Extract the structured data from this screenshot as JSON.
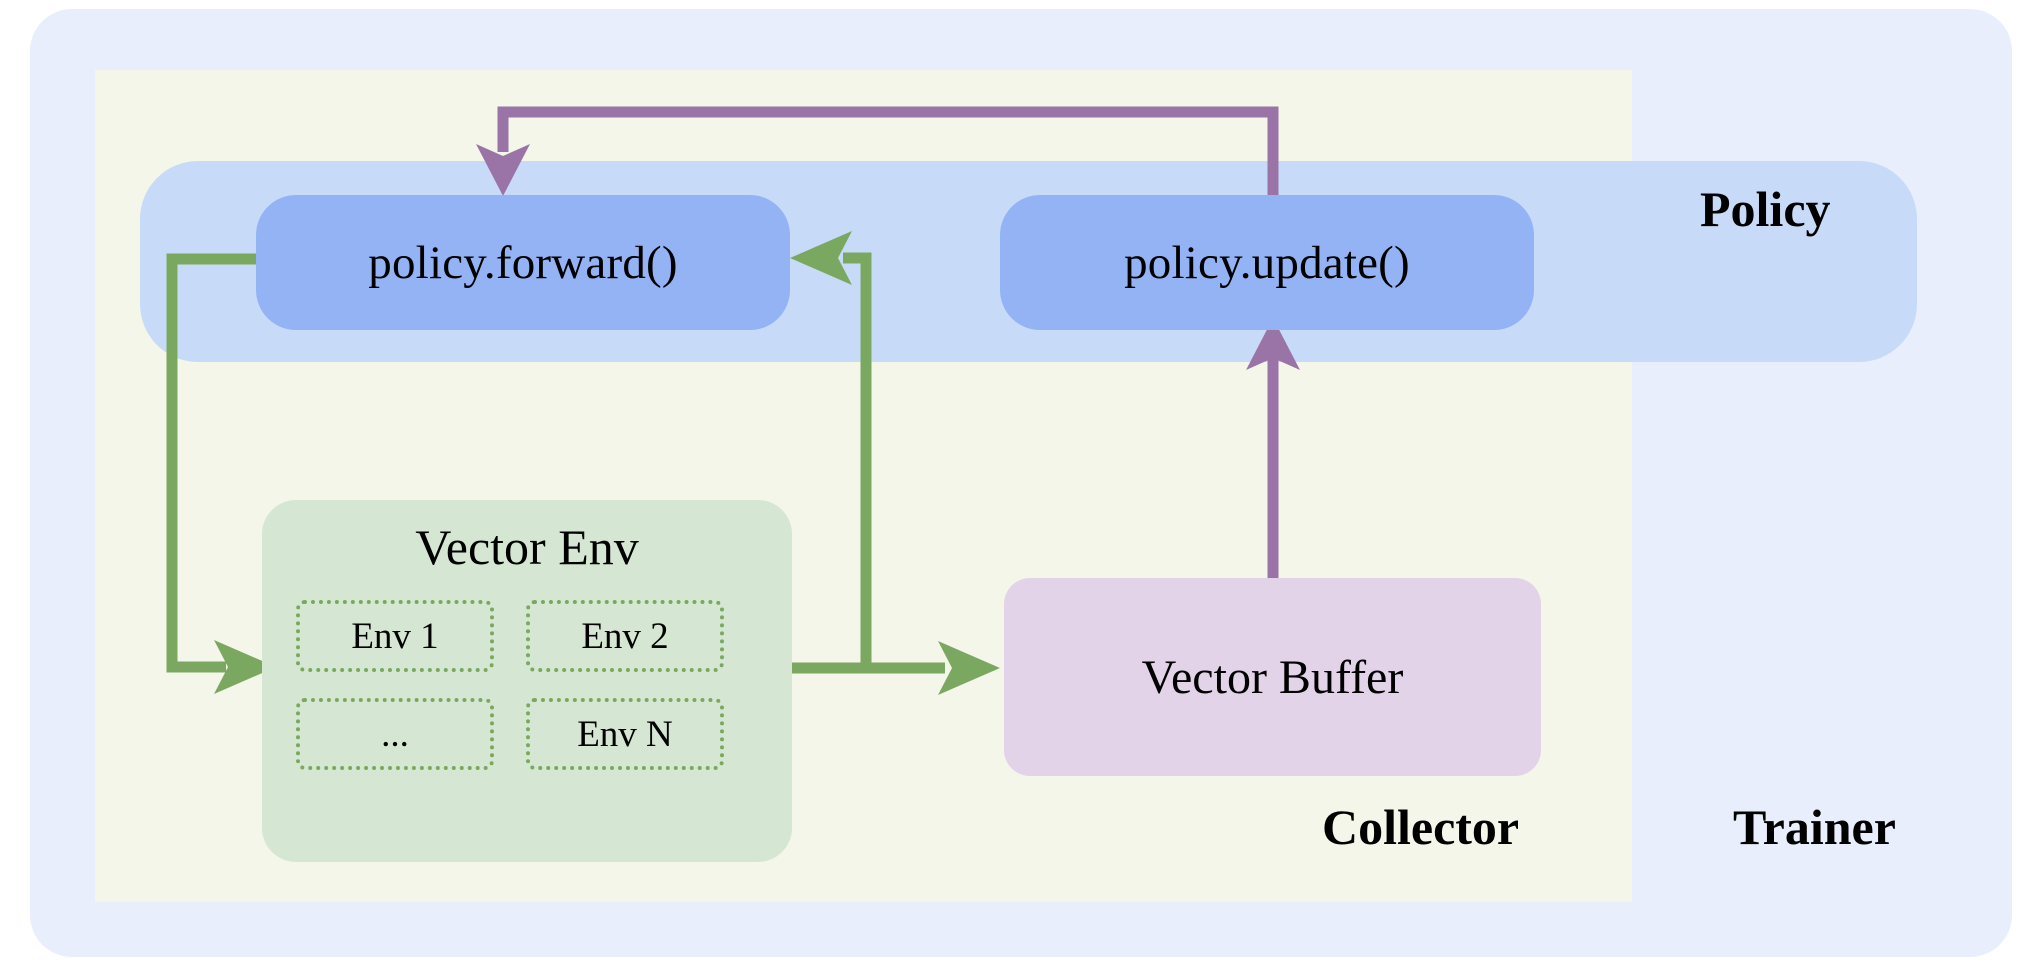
{
  "diagram": {
    "title_labels": {
      "trainer": "Trainer",
      "collector": "Collector",
      "policy": "Policy"
    },
    "nodes": {
      "policy_forward": "policy.forward()",
      "policy_update": "policy.update()",
      "vector_env_title": "Vector Env",
      "vector_buffer": "Vector Buffer"
    },
    "envs": [
      [
        "Env 1",
        "Env 2"
      ],
      [
        "...",
        "Env N"
      ]
    ],
    "colors": {
      "trainer_bg": "#e9eefc",
      "collector_bg": "#f4f6ea",
      "policy_band": "#c7dbf8",
      "pill": "#93b3f5",
      "vector_env_bg": "#d5e7d3",
      "env_border": "#7aa85f",
      "vector_buffer_bg": "#e3d3e9",
      "green_arrow": "#7ba860",
      "purple_arrow": "#9a74a6"
    },
    "edges": [
      {
        "name": "policy-forward-to-vector-env",
        "color": "#7ba860"
      },
      {
        "name": "vector-env-to-policy-forward",
        "color": "#7ba860"
      },
      {
        "name": "vector-env-to-vector-buffer",
        "color": "#7ba860"
      },
      {
        "name": "vector-buffer-to-policy-update",
        "color": "#9a74a6"
      },
      {
        "name": "policy-update-to-policy-forward",
        "color": "#9a74a6"
      }
    ]
  }
}
